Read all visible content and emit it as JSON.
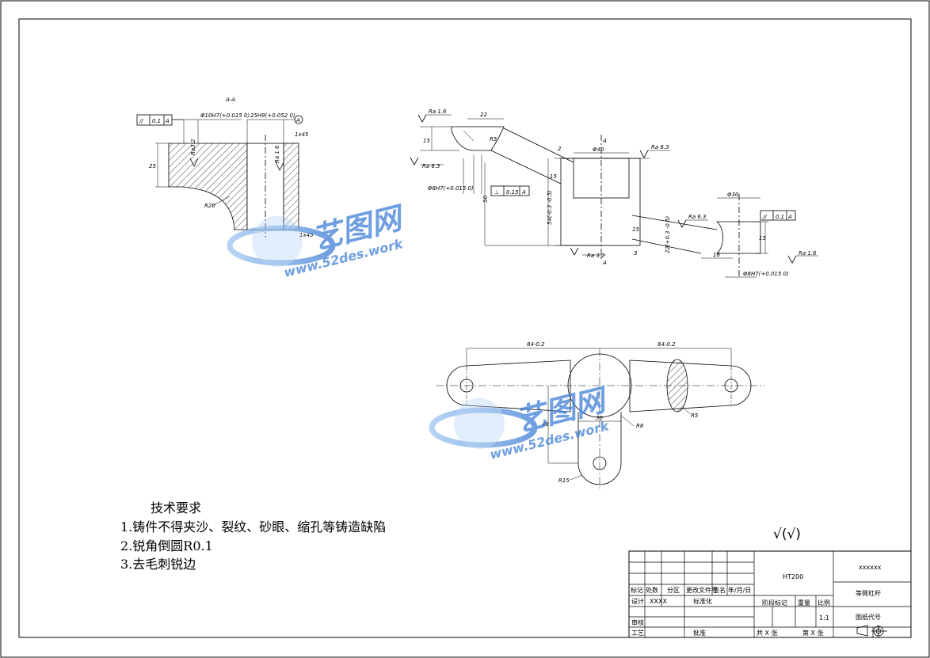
{
  "section_view": {
    "label": "A-A",
    "tol_frame": {
      "symbol": "//",
      "value": "0.1",
      "datum": "A"
    },
    "dims": {
      "bore": "Φ10H7(+0.015 0)",
      "width": "25H9(+0.052 0)",
      "height": "25",
      "radius": "R20",
      "chamfer_top": "1x45",
      "chamfer_bottom": "1x45",
      "roughness_left": "Ra3.2",
      "roughness_bore": "Ra 1.6"
    },
    "datum_marker": "A"
  },
  "side_view": {
    "roughness": [
      "Ra 1.6",
      "Ra 6.3",
      "Ra 6.3",
      "Ra 6.3",
      "Ra 3.2",
      "Ra 1.6"
    ],
    "dims": {
      "top_width": "22",
      "r5": "R5",
      "d40": "Φ40",
      "d30": "Φ30",
      "left_bore": "Φ8H7(+0.015 0)",
      "left_height": "15",
      "left_offset": "50",
      "small": "2",
      "main_h": "54(-0.3 -0.5)",
      "mid_h": "15",
      "angle_h": "15",
      "right_bore": "Φ8H7(+0.015 0)",
      "right_h": "18",
      "right_w": "15",
      "bottom_3": "3",
      "rib_h": "22(+0.3 -0.5)"
    },
    "tol_frame_left": {
      "symbol": "⊥",
      "value": "0.15",
      "datum": "A"
    },
    "tol_frame_right": {
      "symbol": "//",
      "value": "0.1",
      "datum": "A"
    },
    "section_markers": [
      "A",
      "A"
    ]
  },
  "plan_view": {
    "dims": {
      "left_span": "84-0.2",
      "right_span": "84-0.2",
      "r5": "R5",
      "r8": "R8",
      "r15": "R15",
      "w30": "30",
      "h48": "48"
    }
  },
  "watermark": {
    "brand": "艺图网",
    "url": "www.52des.work"
  },
  "tech_requirements": {
    "title": "技术要求",
    "items": [
      "1.铸件不得夹沙、裂纹、砂眼、缩孔等铸造缺陷",
      "2.锐角倒圆R0.1",
      "3.去毛刺锐边"
    ]
  },
  "roughness_note": "√(√)",
  "title_block": {
    "material": "HT200",
    "drawing_no": "xxxxxx",
    "part_name": "等臂杠杆",
    "drawing_code": "图纸代号",
    "row_labels": [
      "标记",
      "处数",
      "分区",
      "更改文件号",
      "签名",
      "年/月/日"
    ],
    "design": "设计",
    "design_name": "XXXX",
    "standardize": "标准化",
    "review": "审核",
    "process": "工艺",
    "approve": "批准",
    "stage": "阶段标记",
    "weight": "重量",
    "scale": "比例",
    "scale_value": "1:1",
    "sheets_total": "共 X 张",
    "sheet_no": "第 X 张"
  }
}
